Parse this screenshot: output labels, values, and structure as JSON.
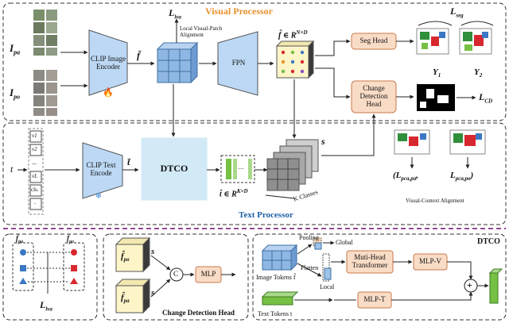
{
  "visual_processor": {
    "title": "Visual Processor",
    "input_pa": "I",
    "input_pa_sub": "pa",
    "input_po": "I",
    "input_po_sub": "po",
    "clip_image_encoder": "CLIP Image Encoder",
    "f_bar": "f̄",
    "loss_lva_top": "L",
    "loss_lva_top_sub": "lva",
    "local_alignment": "Local Visual-Patch Alignment",
    "fpn": "FPN",
    "f_hat_label": "f̂ ∈ R",
    "f_hat_sup": "N×D",
    "seg_head": "Seg Head",
    "change_head": "Change Detection Head",
    "loss_seg": "L",
    "loss_seg_sub": "seg",
    "y1": "Y",
    "y1_sub": "1",
    "y2": "Y",
    "y2_sub": "2",
    "loss_cd": "L",
    "loss_cd_sub": "CD"
  },
  "text_processor": {
    "title": "Text Processor",
    "t_input": "t",
    "tokens": [
      "v1",
      "v2",
      "...",
      "vL",
      "cls.",
      "."
    ],
    "clip_text_encoder": "CLIP Text Encode",
    "t_bar": "t̄",
    "dtco": "DTCO",
    "t_hat_label": "t̂ ∈ R",
    "t_hat_sup": "K×D",
    "s_label": "s",
    "k_classes": "K Classes",
    "loss_pca_pa": "(L",
    "loss_pca_pa_sub": "pca,pa",
    "loss_pca_po": "L",
    "loss_pca_po_sub": "pca,po",
    "visual_context": "Visual-Context Alignment"
  },
  "bottom_left": {
    "f_pa": "f̄",
    "f_pa_sub": "pa",
    "f_po": "f̄",
    "f_po_sub": "po",
    "loss": "L",
    "loss_sub": "lva"
  },
  "bottom_mid": {
    "f_po": "f̂",
    "f_po_sub": "po",
    "f_pa": "f̂",
    "f_pa_sub": "pa",
    "s_top": "s",
    "s_bottom": "s",
    "concat": "C",
    "mlp": "MLP",
    "caption": "Change Detection Head"
  },
  "bottom_right": {
    "title": "DTCO",
    "pooling": "Pooling",
    "global": "Global",
    "flatten": "Flatten",
    "local": "Local",
    "image_tokens": "Image Tokens f̂",
    "multi_head": "Muti-Head Transformer",
    "mlp_v": "MLP-V",
    "mlp_t": "MLP-T",
    "text_tokens": "Text Tokens t",
    "plus": "+"
  },
  "colors": {
    "clip": "#bcd8f4",
    "dtco_box": "#d2e9f6",
    "head": "#f9dcc6",
    "head_border": "#c9784a",
    "visual_title": "#e8912c",
    "text_title": "#1f5fa8",
    "cube_front": "#fdf5c8",
    "cube_side": "#4a4a4a",
    "mlp": "#f9dcc6",
    "green": "#76c043",
    "blue_node": "#3b78c4",
    "red_node": "#d8282f",
    "separator": "#8e4a8e"
  }
}
